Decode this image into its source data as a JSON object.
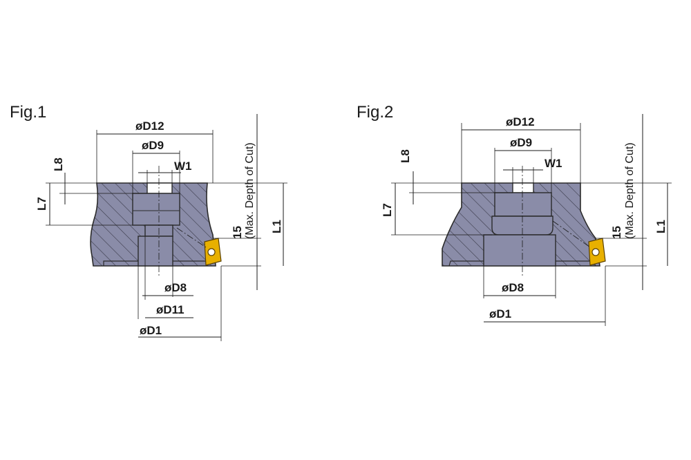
{
  "figures": [
    {
      "id": "fig1",
      "title": "Fig.1",
      "labels": {
        "d12": "øD12",
        "d9": "øD9",
        "w1": "W1",
        "l8": "L8",
        "l7": "L7",
        "depth": "15",
        "depth_note": "(Max. Depth of Cut)",
        "l1": "L1",
        "d8": "øD8",
        "d11": "øD11",
        "d1": "øD1"
      }
    },
    {
      "id": "fig2",
      "title": "Fig.2",
      "labels": {
        "d12": "øD12",
        "d9": "øD9",
        "w1": "W1",
        "l8": "L8",
        "l7": "L7",
        "depth": "15",
        "depth_note": "(Max. Depth of Cut)",
        "l1": "L1",
        "d8": "øD8",
        "d1": "øD1"
      }
    }
  ],
  "colors": {
    "body": "#8a8ca8",
    "hatch": "#3a3a4a",
    "insert": "#e8b000",
    "line": "#1a1a1a"
  }
}
